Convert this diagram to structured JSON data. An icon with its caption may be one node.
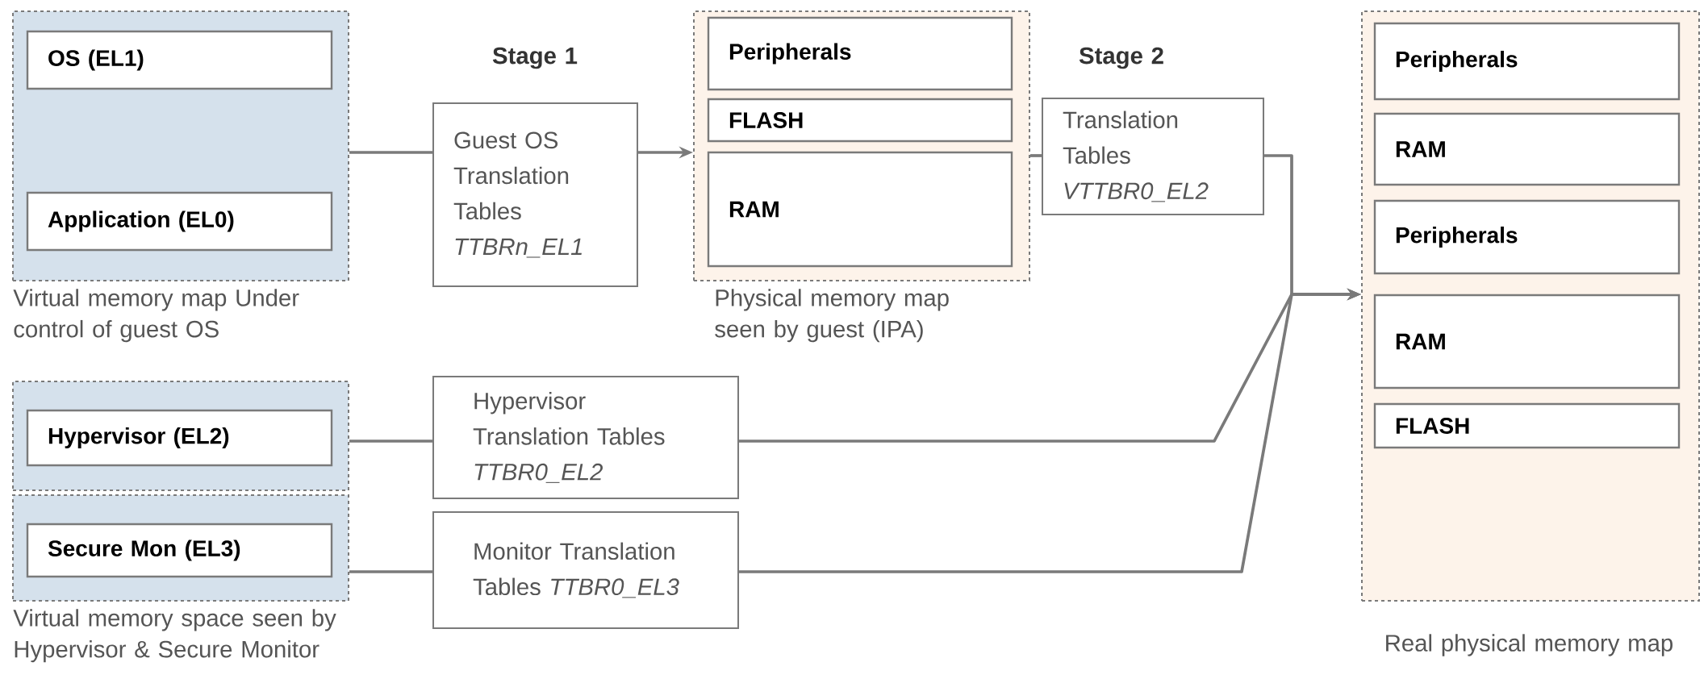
{
  "diagram": {
    "nodes": [
      {
        "text": [],
        "shape": "box",
        "beside": [
          "Virtual memory map Under control of guest OS"
        ]
      },
      {
        "text": [
          "OS (EL1)"
        ],
        "in": 0
      },
      {
        "text": [
          "Application (EL0)"
        ],
        "in": 0
      },
      {
        "text": [
          "Guest OS Translation Tables *TTBRn_EL1*"
        ],
        "beside": [
          "Stage 1"
        ]
      },
      {
        "text": [],
        "shape": "box",
        "beside": [
          "Physical memory map seen by guest (IPA)"
        ]
      },
      {
        "text": [
          "Peripherals"
        ],
        "in": 4
      },
      {
        "text": [
          "FLASH"
        ],
        "in": 4
      },
      {
        "text": [
          "RAM"
        ],
        "in": 4
      },
      {
        "text": [
          "Translation Tables *VTTBR0_EL2*"
        ],
        "beside": [
          "Stage 2"
        ]
      },
      {
        "text": [],
        "shape": "box",
        "beside": [
          "Real physical memory map"
        ]
      },
      {
        "text": [
          "Peripherals"
        ],
        "in": 9
      },
      {
        "text": [
          "RAM"
        ],
        "in": 9
      },
      {
        "text": [
          "Peripherals"
        ],
        "in": 9
      },
      {
        "text": [
          "RAM"
        ],
        "in": 9
      },
      {
        "text": [
          "FLASH"
        ],
        "in": 9
      },
      {
        "text": [],
        "shape": "box"
      },
      {
        "text": [],
        "shape": "box"
      },
      {
        "text": [
          "Hypervisor (EL2)"
        ],
        "in": 15
      },
      {
        "text": [
          "Secure Mon (EL3)"
        ],
        "in": 16
      },
      {
        "text": [
          "Hypervisor Translation Tables *TTBR0_EL2*"
        ]
      },
      {
        "text": [
          "Monitor Translation Tables *TTBR0_EL3*"
        ]
      }
    ],
    "edges": [
      {
        "from": 0,
        "to": 3,
        "arrow": "none"
      },
      {
        "from": 3,
        "to": 4,
        "arrow": "to"
      },
      {
        "from": 4,
        "to": 8,
        "arrow": "none"
      },
      {
        "from": 8,
        "to": 9,
        "arrow": "to"
      },
      {
        "from": 15,
        "to": 19,
        "arrow": "none"
      },
      {
        "from": 19,
        "to": 9,
        "arrow": "to"
      },
      {
        "from": 16,
        "to": 20,
        "arrow": "none"
      },
      {
        "from": 20,
        "to": 9,
        "arrow": "to"
      }
    ],
    "labels": [
      "Virtual memory space seen by Hypervisor & Secure Monitor"
    ]
  }
}
